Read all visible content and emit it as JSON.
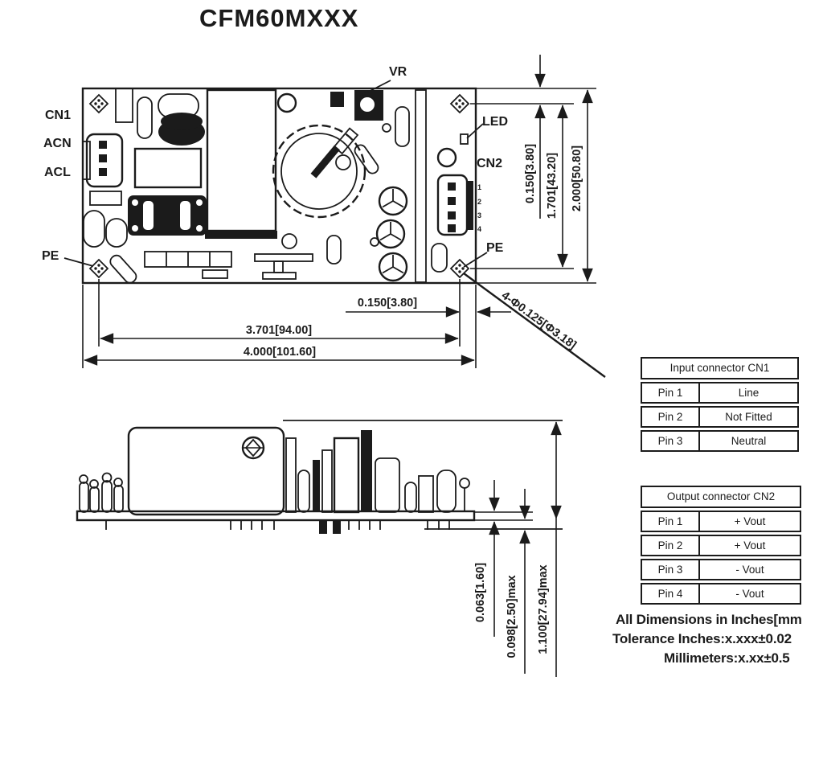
{
  "title": "CFM60MXXX",
  "colors": {
    "ink": "#1b1b1b",
    "paper": "#ffffff"
  },
  "top_view": {
    "labels": {
      "cn1": "CN1",
      "acn": "ACN",
      "acl": "ACL",
      "pe_left": "PE",
      "vr": "VR",
      "led": "LED",
      "cn2": "CN2",
      "pe_right": "PE"
    },
    "cn2_pins": [
      "1",
      "2",
      "3",
      "4"
    ],
    "dims": {
      "width_overall": "4.000[101.60]",
      "width_holes": "3.701[94.00]",
      "edge_to_hole_h": "0.150[3.80]",
      "height_overall": "2.000[50.80]",
      "height_holes": "1.701[43.20]",
      "edge_to_hole_v": "0.150[3.80]",
      "holes_callout": "4-Φ0.125[Φ3.18]"
    }
  },
  "side_view": {
    "dims": {
      "pcb_thickness": "0.063[1.60]",
      "lead_protrusion": "0.098[2.50]max",
      "max_height": "1.100[27.94]max"
    }
  },
  "tables": {
    "cn1": {
      "title": "Input connector CN1",
      "rows": [
        {
          "pin": "Pin 1",
          "signal": "Line"
        },
        {
          "pin": "Pin 2",
          "signal": "Not Fitted"
        },
        {
          "pin": "Pin 3",
          "signal": "Neutral"
        }
      ]
    },
    "cn2": {
      "title": "Output connector CN2",
      "rows": [
        {
          "pin": "Pin 1",
          "signal": "+ Vout"
        },
        {
          "pin": "Pin 2",
          "signal": "+ Vout"
        },
        {
          "pin": "Pin 3",
          "signal": "- Vout"
        },
        {
          "pin": "Pin 4",
          "signal": "- Vout"
        }
      ]
    }
  },
  "notes": {
    "line1": "All Dimensions in Inches[mm",
    "line2": "Tolerance Inches:x.xxx±0.02",
    "line3": "Millimeters:x.xx±0.5"
  }
}
